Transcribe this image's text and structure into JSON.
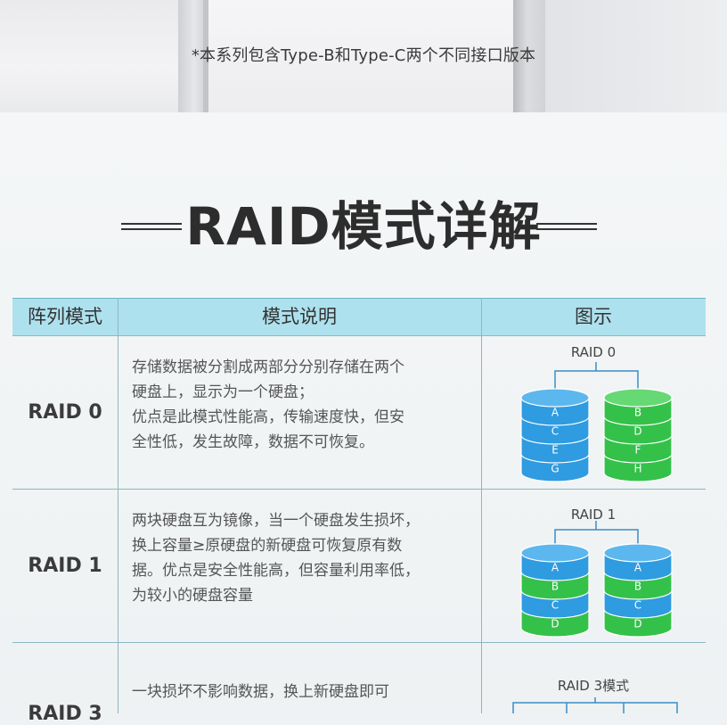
{
  "banner": {
    "note": "*本系列包含Type-B和Type-C两个不同接口版本"
  },
  "section": {
    "title": "RAID模式详解"
  },
  "table": {
    "headers": [
      "阵列模式",
      "模式说明",
      "图示"
    ],
    "rows": [
      {
        "mode": "RAID 0",
        "desc_lines": [
          "存储数据被分割成两部分分别存储在两个",
          "硬盘上，显示为一个硬盘；",
          "优点是此模式性能高，传输速度快，但安",
          "全性低，发生故障，数据不可恢复。"
        ],
        "diagram_label": "RAID 0",
        "disk1": [
          "A",
          "C",
          "E",
          "G"
        ],
        "disk2": [
          "B",
          "D",
          "F",
          "H"
        ]
      },
      {
        "mode": "RAID 1",
        "desc_lines": [
          "两块硬盘互为镜像，当一个硬盘发生损坏，",
          "换上容量≥原硬盘的新硬盘可恢复原有数",
          "据。优点是安全性能高，但容量利用率低，",
          "为较小的硬盘容量"
        ],
        "diagram_label": "RAID 1",
        "disk1": [
          "A",
          "B",
          "C",
          "D"
        ],
        "disk2": [
          "A",
          "B",
          "C",
          "D"
        ]
      },
      {
        "mode": "RAID 3",
        "desc_lines": [
          "一块损坏不影响数据，换上新硬盘即可"
        ],
        "diagram_label": "RAID 3模式"
      }
    ]
  },
  "colors": {
    "header_bg": "#aee1ee",
    "disk_blue": "#2f9be0",
    "disk_green": "#34c14a",
    "connector": "#3a8ec4"
  }
}
